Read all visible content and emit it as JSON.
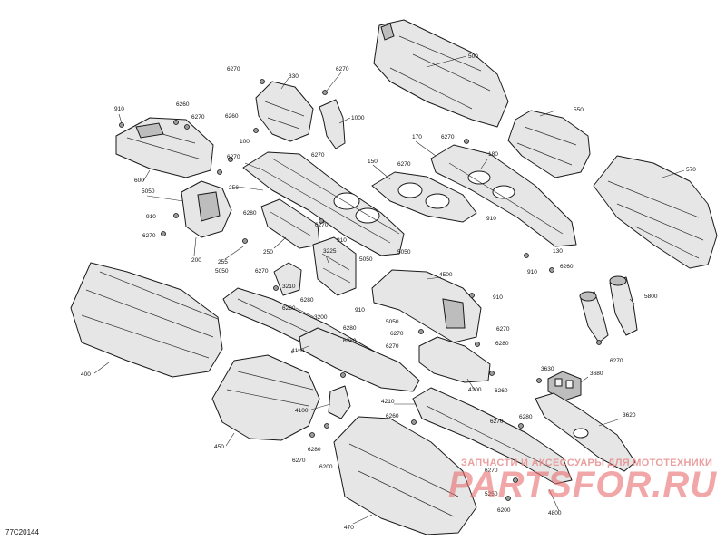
{
  "diagram": {
    "code": "77C20144",
    "watermark": {
      "line1": "ЗАПЧАСТИ И АКСЕССУАРЫ ДЛЯ МОТОТЕХНИКИ",
      "brand": "PARTSFOR.RU"
    },
    "callouts": {
      "c500a": "500",
      "c550": "550",
      "c570": "570",
      "c330": "330",
      "c6270_top": "6270",
      "c6270_top2": "6270",
      "c1000": "1000",
      "c910_a": "910",
      "c6260_a": "6260",
      "c6270_a": "6270",
      "c6260_b": "6260",
      "c100": "100",
      "c6270_b": "6270",
      "c170": "170",
      "c6270_c": "6270",
      "c180": "180",
      "c600": "600",
      "c6270_d": "6270",
      "c150": "150",
      "c6270_e": "6270",
      "c5050_a": "5050",
      "c256": "256",
      "c910_b": "910",
      "c6280_a": "6280",
      "c6270_f": "6270",
      "c250": "250",
      "c6270_g": "6270",
      "c910_c": "910",
      "c3225": "3225",
      "c910_d": "910",
      "c130": "130",
      "c255": "255",
      "c200": "200",
      "c5050_b": "5050",
      "c6260_c": "6260",
      "c910_e": "910",
      "c5050_c": "5050",
      "c6270_h": "6270",
      "c3210": "3210",
      "c5050_d": "5050",
      "c4500": "4500",
      "c910_f": "910",
      "c6280_b": "6280",
      "c6280_c": "6280",
      "c910_g": "910",
      "c3200": "3200",
      "c5800": "5800",
      "c5050_e": "5050",
      "c6280_d": "6280",
      "c6270_i": "6270",
      "c6270_j": "6270",
      "c4110": "4110",
      "c6280_e": "6280",
      "c6270_k": "6270",
      "c400": "400",
      "c6280_f": "6280",
      "c6270_l": "6270",
      "c4200": "4200",
      "c3630": "3630",
      "c3680": "3680",
      "c6260_d": "6260",
      "c4210": "4210",
      "c4100": "4100",
      "c6260_e": "6260",
      "c3620": "3620",
      "c6270_m": "6270",
      "c6280_g": "6280",
      "c450": "450",
      "c6280_h": "6280",
      "c6270_n": "6270",
      "c6200_a": "6200",
      "c6270_o": "6270",
      "c5250": "5250",
      "c6200_b": "6200",
      "c4800": "4800",
      "c470": "470"
    }
  }
}
